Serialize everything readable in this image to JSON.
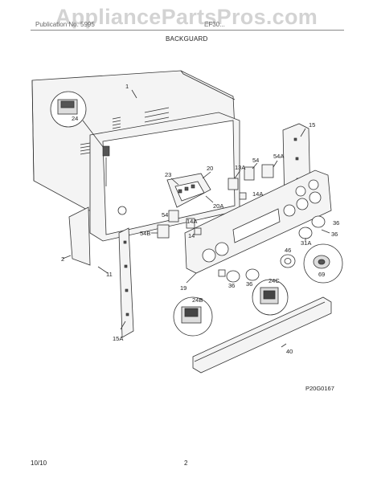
{
  "watermark": "AppliancePartsPros.com",
  "header": {
    "left": "Publication No. 5995",
    "right": "EF30..."
  },
  "title": "BACKGUARD",
  "diagram_code": "P20G0167",
  "footer": {
    "date": "10/10",
    "page": "2"
  },
  "part_labels": [
    "1",
    "24",
    "15",
    "54A",
    "54",
    "13A",
    "14A",
    "20",
    "23",
    "20A",
    "54",
    "14A",
    "14",
    "54B",
    "2",
    "11",
    "19",
    "36",
    "31A",
    "36",
    "46",
    "69",
    "24C",
    "36",
    "36",
    "24B",
    "15A",
    "40"
  ]
}
